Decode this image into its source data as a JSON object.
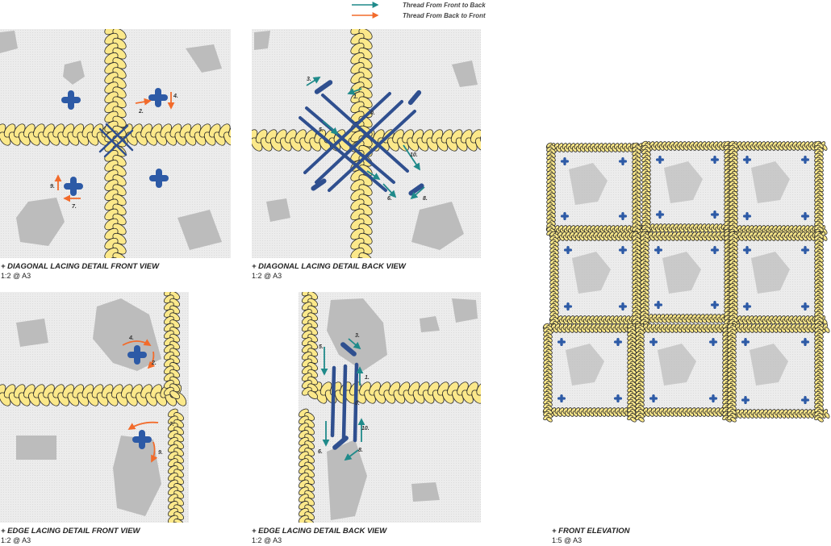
{
  "legend": {
    "front_to_back": {
      "label": "Thread From Front to Back",
      "color": "#1f8a8a"
    },
    "back_to_front": {
      "label": "Thread From Back to Front",
      "color": "#f26b2b"
    }
  },
  "colors": {
    "rope": "#fbe88a",
    "rope_stroke": "#2a2a2a",
    "fabric": "#ececec",
    "patch": "#bcbcbc",
    "lacing": "#2f4f8f",
    "button": "#2d5aa6"
  },
  "panels": {
    "diagonal_front": {
      "title": "+ DIAGONAL LACING DETAIL FRONT VIEW",
      "scale": "1:2 @ A3",
      "steps": [
        "2.",
        "4.",
        "7.",
        "9."
      ]
    },
    "diagonal_back": {
      "title": "+ DIAGONAL LACING DETAIL BACK VIEW",
      "scale": "1:2 @ A3",
      "steps": [
        "3.",
        "5.",
        "6.",
        "8.",
        "1.",
        "0.",
        "10."
      ]
    },
    "edge_front": {
      "title": "+ EDGE LACING DETAIL FRONT VIEW",
      "scale": "1:2 @ A3",
      "steps": [
        "4.",
        "2.",
        "7.",
        "9."
      ]
    },
    "edge_back": {
      "title": "+ EDGE LACING DETAIL BACK VIEW",
      "scale": "1:2 @ A3",
      "steps": [
        "3.",
        "5.",
        "1.",
        "0.",
        "10.",
        "6.",
        "8."
      ]
    },
    "front_elevation": {
      "title": "+ FRONT ELEVATION",
      "scale": "1:5 @ A3"
    }
  }
}
